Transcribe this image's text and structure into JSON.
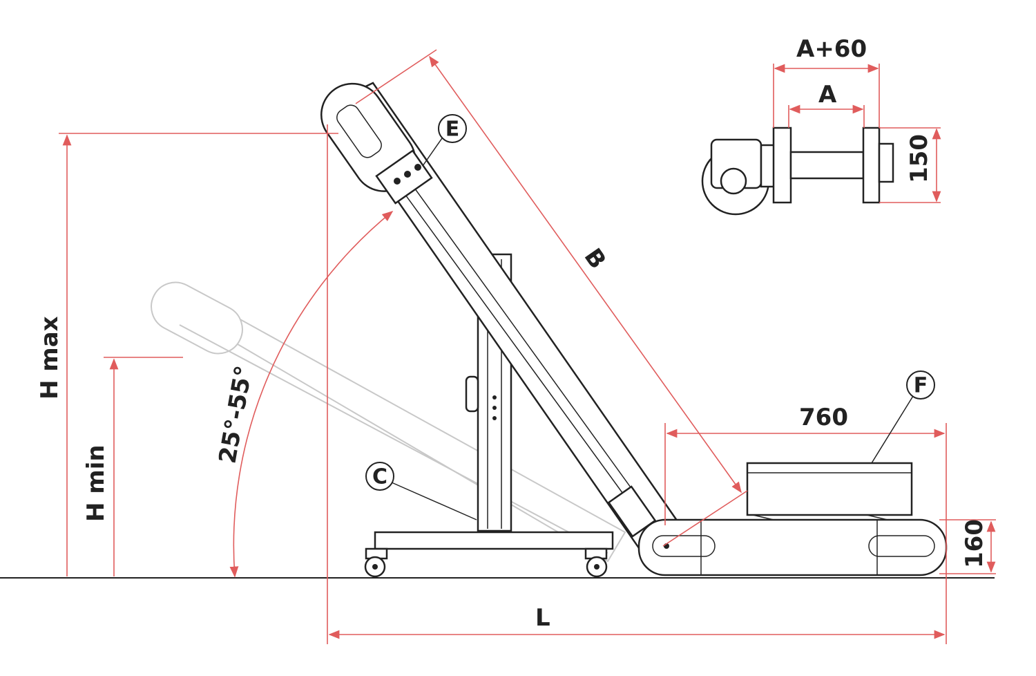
{
  "colors": {
    "dimension": "#e05c5c",
    "outline": "#222222",
    "ghost": "#c8c8c8"
  },
  "dimensions": {
    "a_plus_60": "A+60",
    "a": "A",
    "h150": "150",
    "b": "B",
    "h_max": "H max",
    "h_min": "H min",
    "angle": "25°-55°",
    "l760": "760",
    "h160": "160",
    "l": "L"
  },
  "callouts": {
    "e": "E",
    "c": "C",
    "f": "F"
  }
}
